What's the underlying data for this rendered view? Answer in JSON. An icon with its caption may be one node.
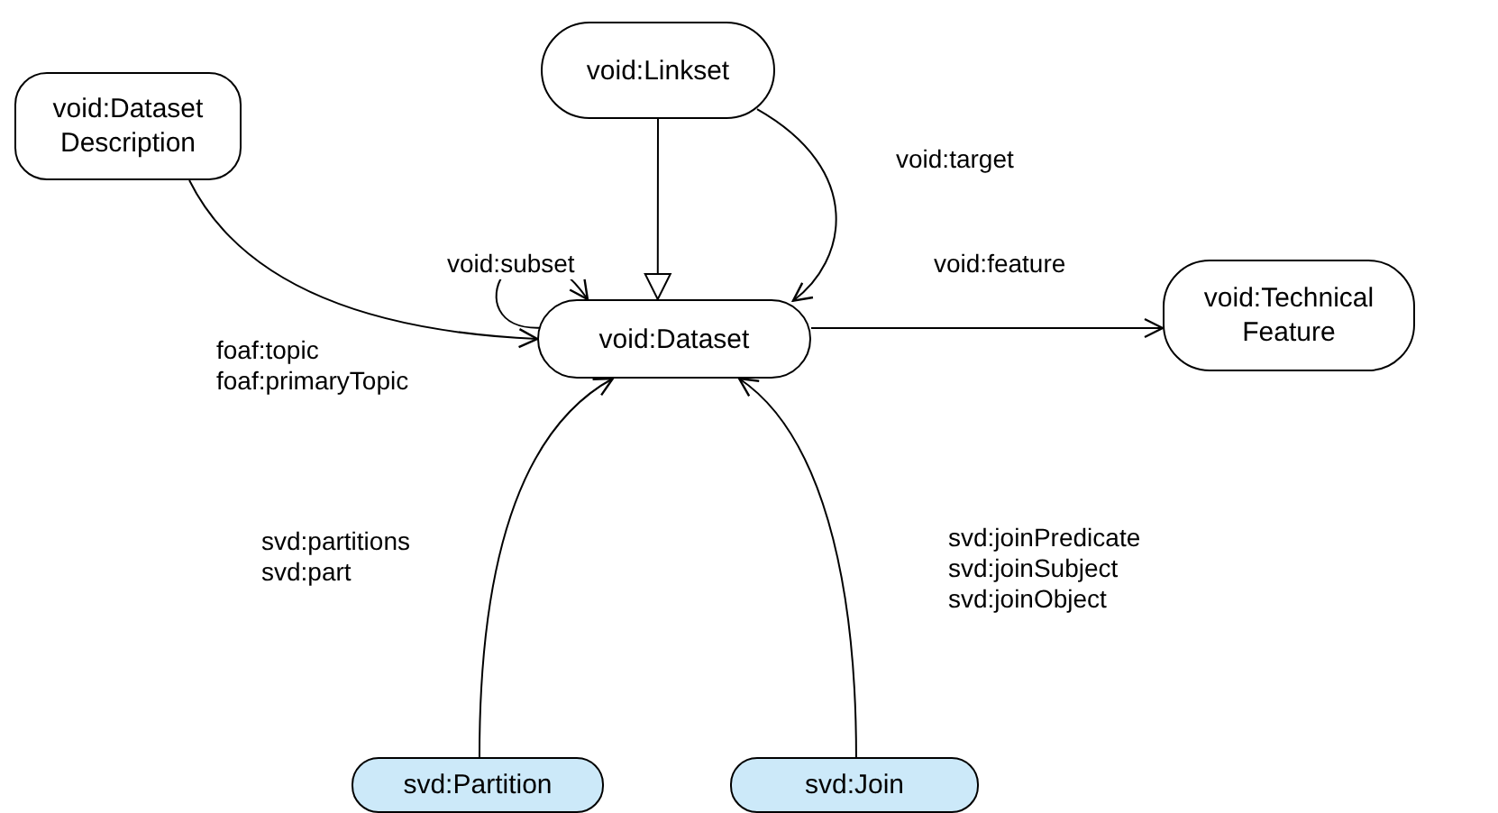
{
  "diagram": {
    "nodes": [
      {
        "text": [
          "void:Dataset Description"
        ]
      },
      {
        "text": [
          "void:Linkset"
        ]
      },
      {
        "text": [
          "void:Dataset"
        ]
      },
      {
        "text": [
          "void:Technical Feature"
        ]
      },
      {
        "text": [
          "svd:Partition"
        ]
      },
      {
        "text": [
          "svd:Join"
        ]
      }
    ],
    "edges": [
      {
        "from": 1,
        "to": 2,
        "arrow": "to"
      },
      {
        "from": 1,
        "to": 2,
        "arrow": "to",
        "label": "void:target"
      },
      {
        "from": 2,
        "to": 2,
        "arrow": "to",
        "label": "void:subset"
      },
      {
        "from": 0,
        "to": 2,
        "arrow": "to",
        "label": "foaf:topic foaf:primaryTopic"
      },
      {
        "from": 2,
        "to": 3,
        "arrow": "to",
        "label": "void:feature"
      },
      {
        "from": 4,
        "to": 2,
        "arrow": "to",
        "label": "svd:partitions svd:part"
      },
      {
        "from": 5,
        "to": 2,
        "arrow": "to",
        "label": "svd:joinPredicate svd:joinSubject svd:joinObject"
      }
    ]
  }
}
